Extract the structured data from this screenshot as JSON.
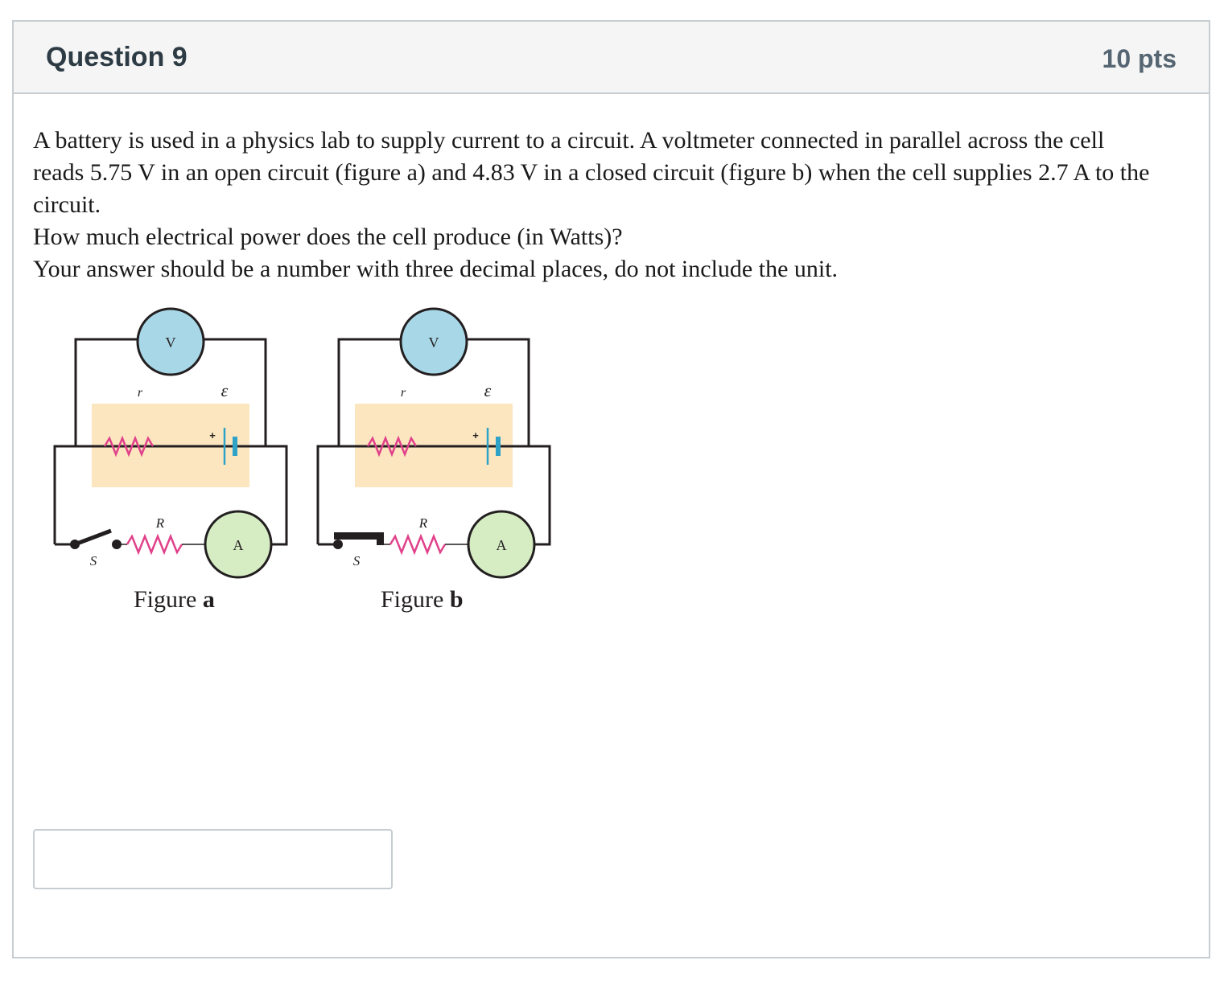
{
  "question": {
    "title": "Question 9",
    "points": "10 pts",
    "paragraph1": "A battery is used in a physics lab to supply current to a circuit. A voltmeter connected in parallel across the cell reads 5.75 V in an open circuit (figure a) and 4.83 V in a closed circuit (figure b) when the cell supplies 2.7 A to the circuit.",
    "paragraph2": "How much electrical power does the cell produce (in Watts)?",
    "paragraph3": "Your answer should be a number with three decimal places, do not include the unit."
  },
  "figure": {
    "voltmeter_label": "V",
    "ammeter_label": "A",
    "internal_resistance_label": "r",
    "emf_label": "ε",
    "load_resistor_label": "R",
    "switch_label": "S",
    "plus_label": "+",
    "figure_a_label": "Figure",
    "figure_a_letter": "a",
    "figure_b_label": "Figure",
    "figure_b_letter": "b",
    "colors": {
      "voltmeter_fill": "#a8d8e8",
      "ammeter_fill": "#d6edc4",
      "cell_box": "#fbe6c0",
      "resistor": "#e0418a",
      "battery_plate": "#2fa3c7",
      "wire": "#231f20"
    }
  },
  "answer": {
    "value": "",
    "placeholder": ""
  }
}
